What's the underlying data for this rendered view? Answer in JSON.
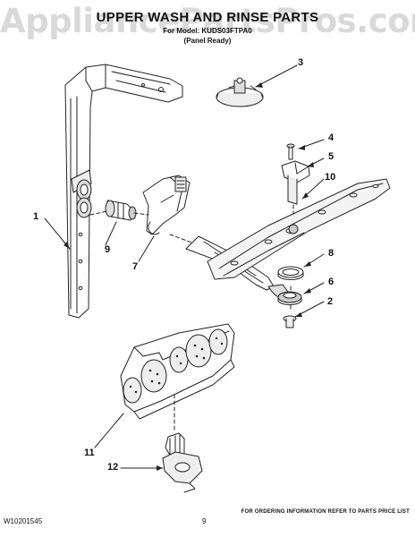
{
  "watermark": "AppliancePartsPros.com",
  "header": {
    "title": "UPPER WASH AND RINSE PARTS",
    "model_line": "For Model: KUDS03FTPA0",
    "panel_line": "(Panel Ready)"
  },
  "callouts": {
    "c1": "1",
    "c2": "2",
    "c3": "3",
    "c4": "4",
    "c5": "5",
    "c6": "6",
    "c7": "7",
    "c8": "8",
    "c9": "9",
    "c10": "10",
    "c11": "11",
    "c12": "12"
  },
  "footer": {
    "ordering_note": "FOR ORDERING INFORMATION REFER TO PARTS PRICE LIST",
    "doc_number": "W10201545",
    "page_number": "9"
  }
}
